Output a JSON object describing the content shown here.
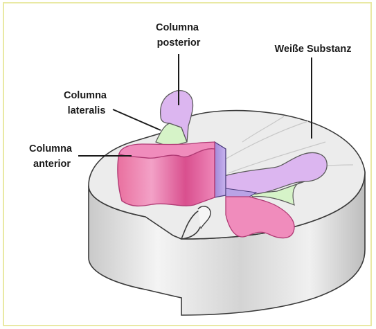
{
  "labels": {
    "columna_posterior": [
      "Columna",
      "posterior"
    ],
    "columna_lateralis": [
      "Columna",
      "lateralis"
    ],
    "columna_anterior": [
      "Columna",
      "anterior"
    ],
    "weisse_substanz": "Weiße Substanz"
  },
  "colors": {
    "frame_border": "#e9e9a4",
    "white_matter": "#ececec",
    "white_matter_side": "#d9d9d9",
    "outline": "#3a3a3a",
    "anterior_horn": "#f08cbc",
    "anterior_horn_dark": "#d9518f",
    "posterior_horn": "#dcb6f0",
    "lateral_horn": "#d6f3c8",
    "commissure": "#b9a3e6"
  }
}
